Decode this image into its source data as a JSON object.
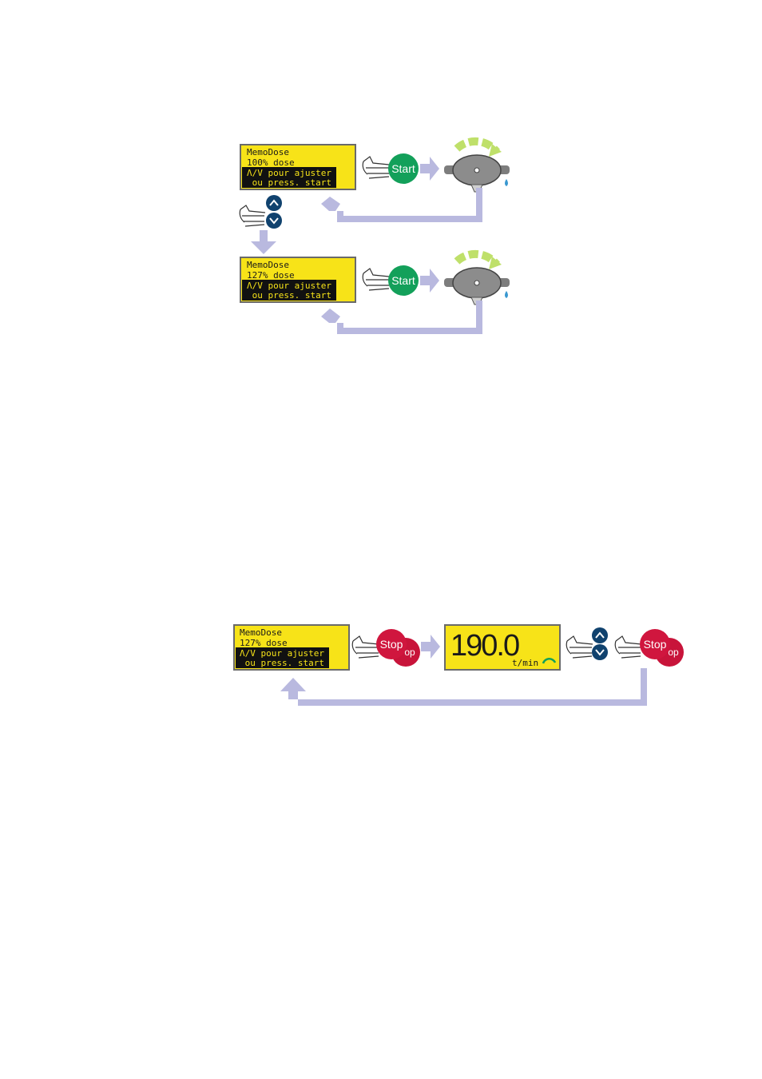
{
  "colors": {
    "lcd_yellow": "#f7e318",
    "lcd_frame": "#6a6a6a",
    "flow_arrow": "#b9b9df",
    "start_green": "#13a05a",
    "stop_red": "#c8143a",
    "nav_blue": "#10426e",
    "rotor_green": "#bfe06a",
    "pump_grey": "#8c8c8c",
    "drop_blue": "#3a98d0"
  },
  "diagram_a": {
    "screen_1": {
      "line1": "MemoDose",
      "line2": "100% dose",
      "line3": "Λ/V pour ajuster",
      "line4": " ou press. start"
    },
    "screen_2": {
      "line1": "MemoDose",
      "line2": "127% dose",
      "line3": "Λ/V pour ajuster",
      "line4": " ou press. start"
    },
    "start_label": "Start",
    "icons": [
      "finger-press-icon",
      "up-arrow-button-icon",
      "down-arrow-button-icon",
      "pump-head-icon",
      "drop-icon"
    ]
  },
  "diagram_b": {
    "screen_1": {
      "line1": "MemoDose",
      "line2": "127% dose",
      "line3": "Λ/V pour ajuster",
      "line4": " ou press. start"
    },
    "speed_screen": {
      "value": "190.0",
      "unit": "t/min"
    },
    "stop_label": "Stop",
    "stop_tail": "op"
  }
}
